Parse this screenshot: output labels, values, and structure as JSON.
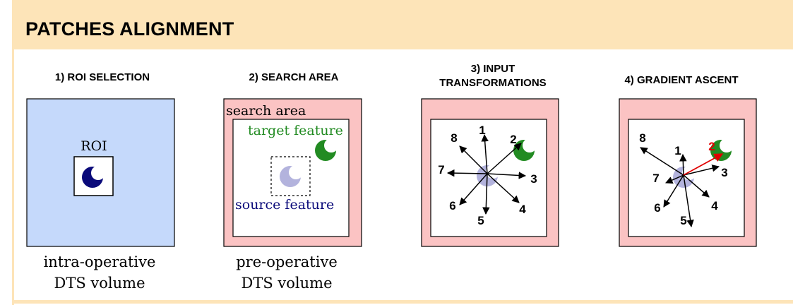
{
  "header": {
    "title": "PATCHES ALIGNMENT"
  },
  "steps": [
    {
      "title": "1) ROI SELECTION"
    },
    {
      "title": "2) SEARCH AREA"
    },
    {
      "title_line1": "3) INPUT",
      "title_line2": "TRANSFORMATIONS"
    },
    {
      "title": "4) GRADIENT ASCENT"
    }
  ],
  "panel1": {
    "roi_label": "ROI",
    "caption_line1": "intra-operative",
    "caption_line2": "DTS volume"
  },
  "panel2": {
    "search_area_label": "search area",
    "target_label": "target feature",
    "source_label": "source feature",
    "caption_line1": "pre-operative",
    "caption_line2": "DTS volume"
  },
  "panel3": {
    "directions": [
      "1",
      "2",
      "3",
      "4",
      "5",
      "6",
      "7",
      "8"
    ]
  },
  "panel4": {
    "directions": [
      "1",
      "2",
      "3",
      "4",
      "5",
      "6",
      "7",
      "8"
    ]
  },
  "colors": {
    "header_band": "#fde4b8",
    "roi_volume": "#c5d9fb",
    "search_area": "#fbc3c3",
    "feature_dark": "#0a0a7a",
    "feature_target": "#228b22",
    "feature_source": "#b3b3dd",
    "chosen_direction": "#e00000"
  }
}
